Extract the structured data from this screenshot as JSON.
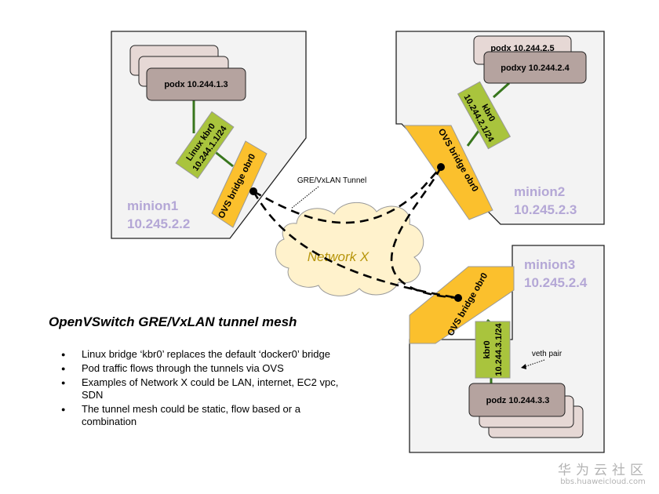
{
  "diagram": {
    "title": "OpenVSwitch GRE/VxLAN tunnel mesh",
    "tunnel_label": "GRE/VxLAN Tunnel",
    "network_label": "Network X",
    "veth_label": "veth pair",
    "minion1": {
      "name": "minion1",
      "ip": "10.245.2.2",
      "pod": "podx  10.244.1.3",
      "bridge_name": "Linux kbr0",
      "bridge_ip": "10.244.1.1/24",
      "ovs": "OVS bridge obr0"
    },
    "minion2": {
      "name": "minion2",
      "ip": "10.245.2.3",
      "pod_back": "podx  10.244.2.5",
      "pod": "podxy  10.244.2.4",
      "bridge_name": "kbr0",
      "bridge_ip": "10.244.2.1/24",
      "ovs": "OVS bridge obr0"
    },
    "minion3": {
      "name": "minion3",
      "ip": "10.245.2.4",
      "pod": "podz  10.244.3.3",
      "bridge_name": "kbr0",
      "bridge_ip": "10.244.3.1/24",
      "ovs": "OVS bridge obr0"
    }
  },
  "bullets": [
    "Linux bridge ‘kbr0’ replaces the default ‘docker0’ bridge",
    "Pod traffic flows through the tunnels via OVS",
    "Examples of Network X could be LAN, internet, EC2 vpc, SDN",
    "The tunnel mesh could be static, flow based or a combination"
  ],
  "watermark": {
    "brand": "华为云社区",
    "url": "bbs.huaweicloud.com"
  },
  "colors": {
    "host_fill": "#f3f3f3",
    "pod_fill": "#b5a39f",
    "pod_back_fill": "#e6d8d5",
    "bridge_fill": "#a9c43d",
    "ovs_fill": "#fbc02d",
    "link": "#38761d",
    "minion_label": "#b4a7d6",
    "cloud_fill": "#fff2cc",
    "cloud_text": "#b7950b"
  }
}
